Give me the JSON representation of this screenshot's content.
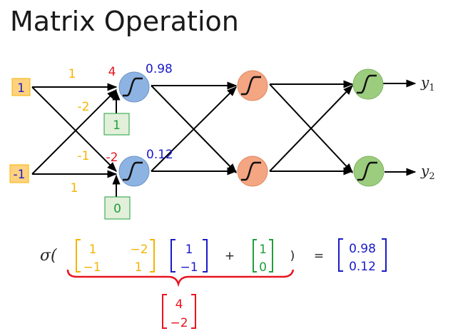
{
  "title": "Matrix Operation",
  "colors": {
    "weight": "#f5b400",
    "input": "#1a1ac8",
    "preact": "#e8141e",
    "bias": "#1fa03c",
    "output": "#1a1ac8",
    "layer1": "#8db3e2",
    "layer2": "#f4a582",
    "layer3": "#9ccd7e",
    "input_box_fill": "#ffd27f",
    "bias_box_fill": "#e2efd9"
  },
  "network": {
    "inputs": [
      "1",
      "-1"
    ],
    "weights": {
      "x1_to_n1": "1",
      "x1_to_n2": "-1",
      "x2_to_n1": "-2",
      "x2_to_n2": "1"
    },
    "biases": [
      "1",
      "0"
    ],
    "preactivations": [
      "4",
      "-2"
    ],
    "activations": [
      "0.98",
      "0.12"
    ],
    "outputs": [
      {
        "symbol": "y",
        "subscript": "1"
      },
      {
        "symbol": "y",
        "subscript": "2"
      }
    ]
  },
  "equation": {
    "sigma": "σ(",
    "close_paren": ")",
    "plus": "+",
    "equals": "=",
    "weight_matrix": [
      [
        "1",
        "−2"
      ],
      [
        "−1",
        "1"
      ]
    ],
    "input_vector": [
      "1",
      "−1"
    ],
    "bias_vector": [
      "1",
      "0"
    ],
    "result_vector": [
      "0.98",
      "0.12"
    ],
    "brace_result": [
      "4",
      "−2"
    ]
  }
}
